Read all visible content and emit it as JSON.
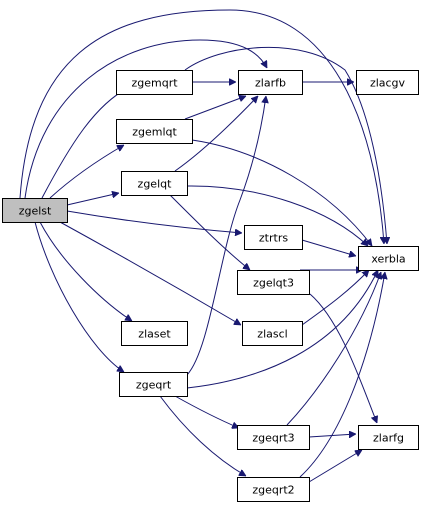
{
  "colors": {
    "edge": "#191970",
    "node_fill": "#ffffff",
    "root_fill": "#bfbfbf",
    "node_border": "#000000"
  },
  "nodes": [
    {
      "id": "zgelst",
      "label": "zgelst",
      "root": true
    },
    {
      "id": "zgemqrt",
      "label": "zgemqrt"
    },
    {
      "id": "zgemlqt",
      "label": "zgemlqt"
    },
    {
      "id": "zgelqt",
      "label": "zgelqt"
    },
    {
      "id": "zlaset",
      "label": "zlaset"
    },
    {
      "id": "zgeqrt",
      "label": "zgeqrt"
    },
    {
      "id": "zlarfb",
      "label": "zlarfb"
    },
    {
      "id": "ztrtrs",
      "label": "ztrtrs"
    },
    {
      "id": "zgelqt3",
      "label": "zgelqt3"
    },
    {
      "id": "zlascl",
      "label": "zlascl"
    },
    {
      "id": "zgeqrt3",
      "label": "zgeqrt3"
    },
    {
      "id": "zgeqrt2",
      "label": "zgeqrt2"
    },
    {
      "id": "zlacgv",
      "label": "zlacgv"
    },
    {
      "id": "xerbla",
      "label": "xerbla"
    },
    {
      "id": "zlarfg",
      "label": "zlarfg"
    }
  ],
  "edges": [
    {
      "from": "zgelst",
      "to": "zgemqrt"
    },
    {
      "from": "zgelst",
      "to": "zgemlqt"
    },
    {
      "from": "zgelst",
      "to": "zgelqt"
    },
    {
      "from": "zgelst",
      "to": "zlaset"
    },
    {
      "from": "zgelst",
      "to": "zgeqrt"
    },
    {
      "from": "zgelst",
      "to": "zlarfb"
    },
    {
      "from": "zgelst",
      "to": "xerbla"
    },
    {
      "from": "zgelst",
      "to": "ztrtrs"
    },
    {
      "from": "zgelst",
      "to": "zlascl"
    },
    {
      "from": "zgemqrt",
      "to": "zlarfb"
    },
    {
      "from": "zgemqrt",
      "to": "xerbla"
    },
    {
      "from": "zgemlqt",
      "to": "zlarfb"
    },
    {
      "from": "zgemlqt",
      "to": "xerbla"
    },
    {
      "from": "zgelqt",
      "to": "zlarfb"
    },
    {
      "from": "zgelqt",
      "to": "xerbla"
    },
    {
      "from": "zgelqt",
      "to": "zgelqt3"
    },
    {
      "from": "zlarfb",
      "to": "zlacgv"
    },
    {
      "from": "ztrtrs",
      "to": "xerbla"
    },
    {
      "from": "zgelqt3",
      "to": "xerbla"
    },
    {
      "from": "zgelqt3",
      "to": "zlarfg"
    },
    {
      "from": "zlascl",
      "to": "xerbla"
    },
    {
      "from": "zgeqrt",
      "to": "zlarfb"
    },
    {
      "from": "zgeqrt",
      "to": "xerbla"
    },
    {
      "from": "zgeqrt",
      "to": "zgeqrt3"
    },
    {
      "from": "zgeqrt",
      "to": "zgeqrt2"
    },
    {
      "from": "zgeqrt3",
      "to": "xerbla"
    },
    {
      "from": "zgeqrt3",
      "to": "zlarfg"
    },
    {
      "from": "zgeqrt2",
      "to": "xerbla"
    },
    {
      "from": "zgeqrt2",
      "to": "zlarfg"
    }
  ]
}
